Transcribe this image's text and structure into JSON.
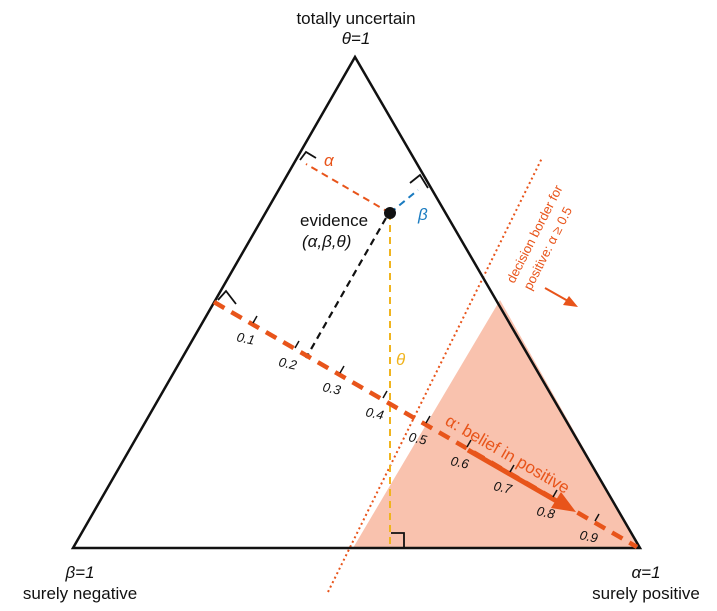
{
  "vertices": {
    "top": {
      "line1": "totally uncertain",
      "line2": "θ=1"
    },
    "left": {
      "line1": "β=1",
      "line2": "surely negative"
    },
    "right": {
      "line1": "α=1",
      "line2": "surely positive"
    }
  },
  "labels": {
    "alpha": "α",
    "beta": "β",
    "theta": "θ",
    "evidence_line1": "evidence",
    "evidence_line2": "(α,β,θ)",
    "alpha_axis": "α: belief in positive",
    "border_line1": "decision border for",
    "border_line2": "positive: α ≥ 0.5"
  },
  "ticks": [
    "0.1",
    "0.2",
    "0.3",
    "0.4",
    "0.5",
    "0.6",
    "0.7",
    "0.8",
    "0.9"
  ],
  "colors": {
    "alpha": "#E8541A",
    "beta": "#1A7BC0",
    "theta": "#F0B41E",
    "region": "#F9C2AE",
    "outline": "#111111"
  }
}
